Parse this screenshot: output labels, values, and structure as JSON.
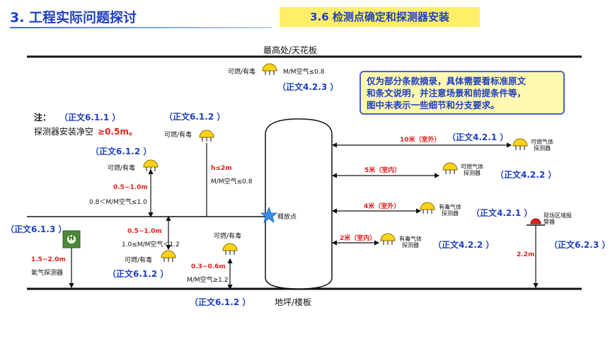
{
  "header": {
    "title": "3. 工程实际问题探讨",
    "section": "3.6  检测点确定和探测器安装"
  },
  "diagram": {
    "ceiling_label": "最高处/天花板",
    "floor_label": "地坪/楼板",
    "release_point_label": "释放点",
    "note_box": {
      "lines": [
        "仅为部分条款摘录，具体需要看标准原文",
        "和条文说明，并注意场景和前提条件等，",
        "图中未表示一些细节和分支要求。"
      ]
    },
    "side_note": {
      "title": "注：",
      "ref": "（正文6.1.1 ）",
      "text": "探测器安装净空",
      "value": "≥0.5m。"
    },
    "detectors": {
      "ceiling": {
        "label": "可燃/有毒",
        "condition": "M/M空气≤0.8",
        "ref": "（正文4.2.3 ）"
      },
      "high": {
        "ref": "（正文6.1.2 ）",
        "label": "可燃/有毒",
        "height": "h≤2m",
        "condition": "M/M空气≤0.8"
      },
      "left_upper": {
        "ref": "（正文6.1.2 ）",
        "label": "可燃/有毒",
        "range": "0.5~1.0m",
        "condition": "0.8＜M/M空气≤1.0"
      },
      "oxygen": {
        "ref": "（正文6.1.3 ）",
        "range": "1.5~2.0m",
        "label": "氧气探测器",
        "glyph": "H"
      },
      "middle_lower": {
        "range": "0.5~1.0m",
        "condition": "1.0≤M/M空气＜1.2",
        "label": "可燃/有毒",
        "ref": "（正文6.1.2 ）"
      },
      "low": {
        "label": "可燃/有毒",
        "range": "0.3~0.6m",
        "condition": "M/M空气≥1.2",
        "ref": "（正文6.1.2 ）"
      },
      "right_1": {
        "distance": "10米（室外）",
        "ref": "（正文4.2.1 ）",
        "label1": "可燃气体",
        "label2": "探测器"
      },
      "right_2": {
        "distance": "5米（室内）",
        "ref": "（正文4.2.2 ）",
        "label1": "可燃气体",
        "label2": "探测器"
      },
      "right_3": {
        "distance": "4米（室外）",
        "ref": "（正文4.2.1 ）",
        "label1": "有毒气体",
        "label2": "探测器"
      },
      "right_4": {
        "distance": "2米（室内）",
        "ref": "（正文4.2.2 ）",
        "label1": "有毒气体",
        "label2": "探测器"
      },
      "alarm": {
        "label1": "现场区域报",
        "label2": "警器",
        "height": "2.2m",
        "ref": "（正文6.2.3 ）"
      }
    }
  }
}
